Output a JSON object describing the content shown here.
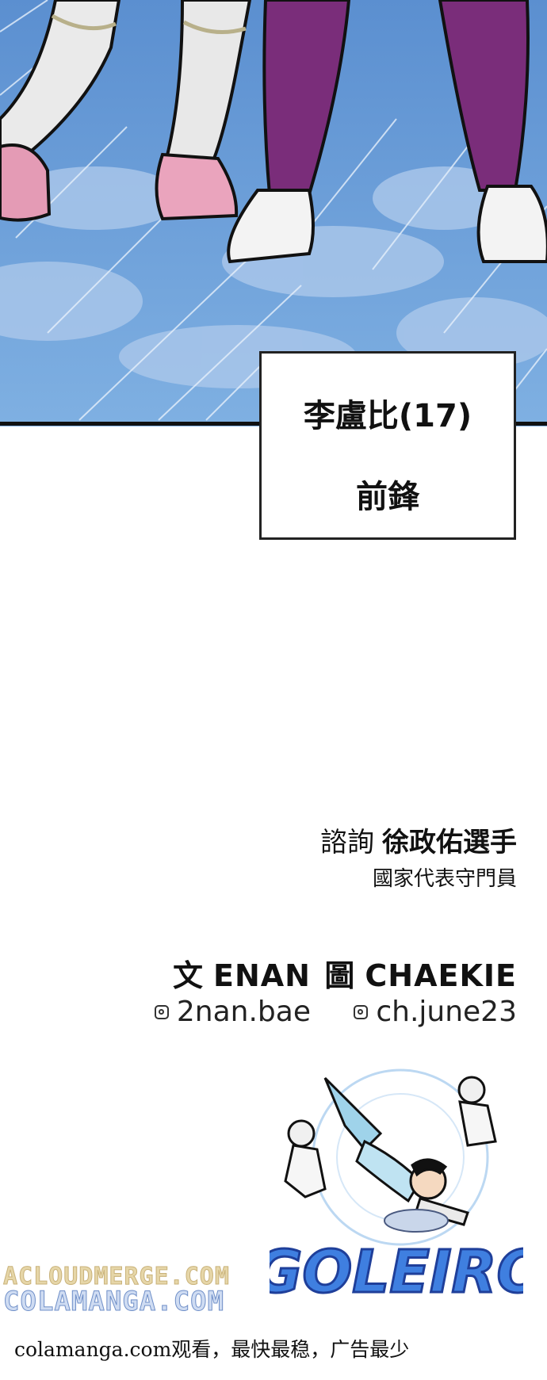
{
  "panel": {
    "illustration": "soccer-players-legs-running-sky",
    "colors": {
      "sky": "#6fa0d8",
      "cloud": "#a9c7ea",
      "sock_white": "#e9e9e9",
      "sock_purple": "#7a2d7a",
      "shoe_pink": "#e8a0b8",
      "shoe_white": "#f4f4f4"
    }
  },
  "caption": {
    "name": "李盧比(17)",
    "role": "前鋒"
  },
  "credits": {
    "consult_label": "諮詢",
    "consult_name": "徐政佑選手",
    "consult_role": "國家代表守門員",
    "writer_label": "文",
    "writer_name": "ENAN",
    "artist_label": "圖",
    "artist_name": "CHAEKIE",
    "writer_handle": "2nan.bae",
    "artist_handle": "ch.june23",
    "handle_icon": "instagram-icon"
  },
  "logo": {
    "text": "GOLEIRO",
    "colors": {
      "fill": "#3f7fe0",
      "outline": "#1f3f9a"
    }
  },
  "watermark": {
    "line1": "ACLOUDMERGE.COM",
    "line2": "COLAMANGA.COM",
    "note": "colamanga.com观看，最快最稳，广告最少"
  }
}
